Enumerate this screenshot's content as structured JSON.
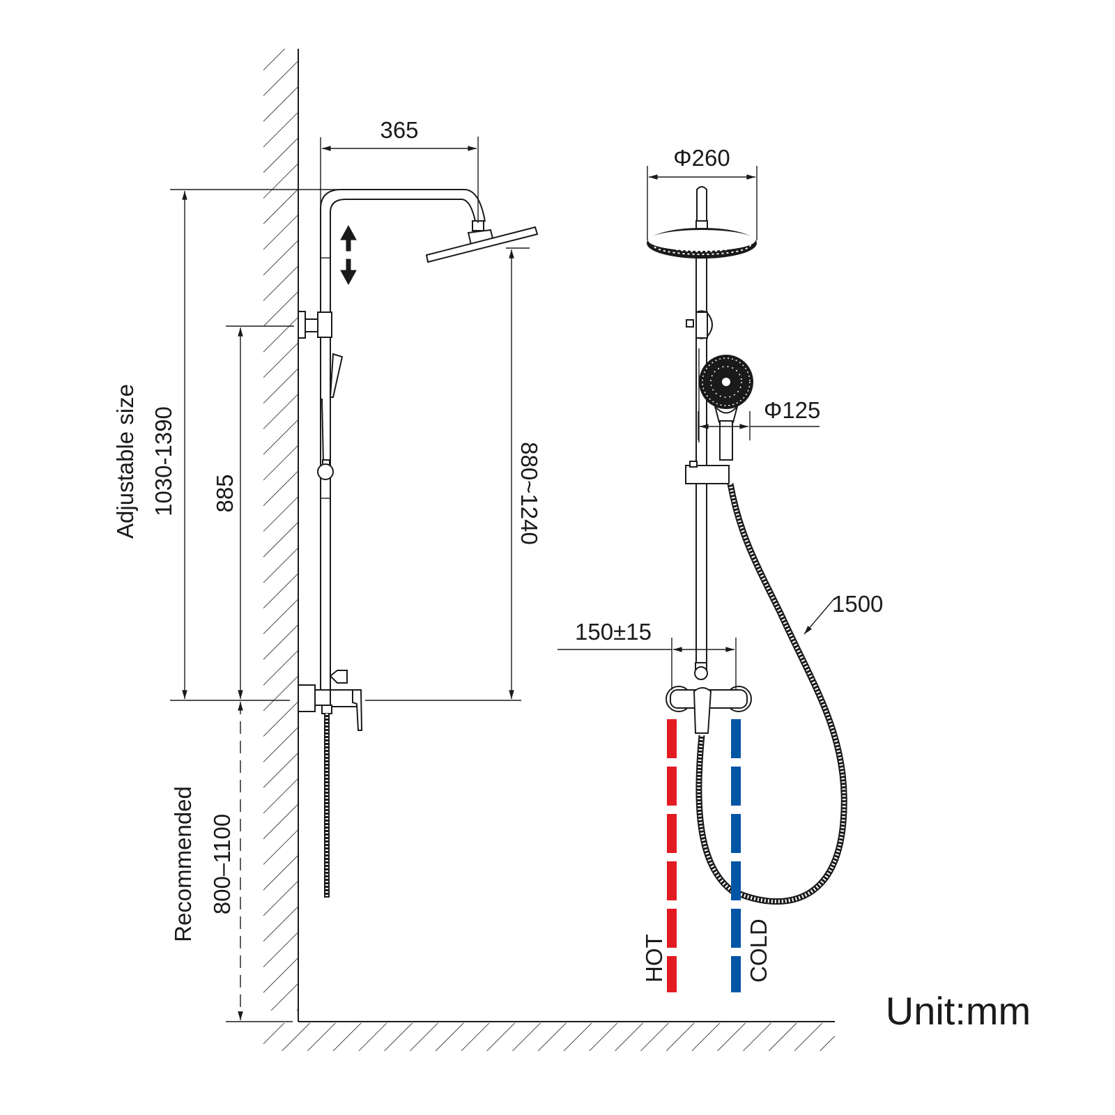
{
  "drawing": {
    "title": "Shower system installation dimensions",
    "unit_label": "Unit:mm",
    "colors": {
      "hot": "#e31b23",
      "cold": "#0055a5",
      "line": "#1a1a1a"
    },
    "side_view": {
      "arm_reach": "365",
      "adjustable_label": "Adjustable size",
      "adjustable_range": "1030-1390",
      "bracket_height": "885",
      "head_height_range": "880~1240",
      "recommended_label": "Recommended",
      "recommended_range": "800–1100"
    },
    "front_view": {
      "rain_head_diameter": "Φ260",
      "hand_shower_diameter": "Φ125",
      "hose_length": "1500",
      "inlet_spacing": "150±15",
      "hot_label": "HOT",
      "cold_label": "COLD"
    }
  }
}
